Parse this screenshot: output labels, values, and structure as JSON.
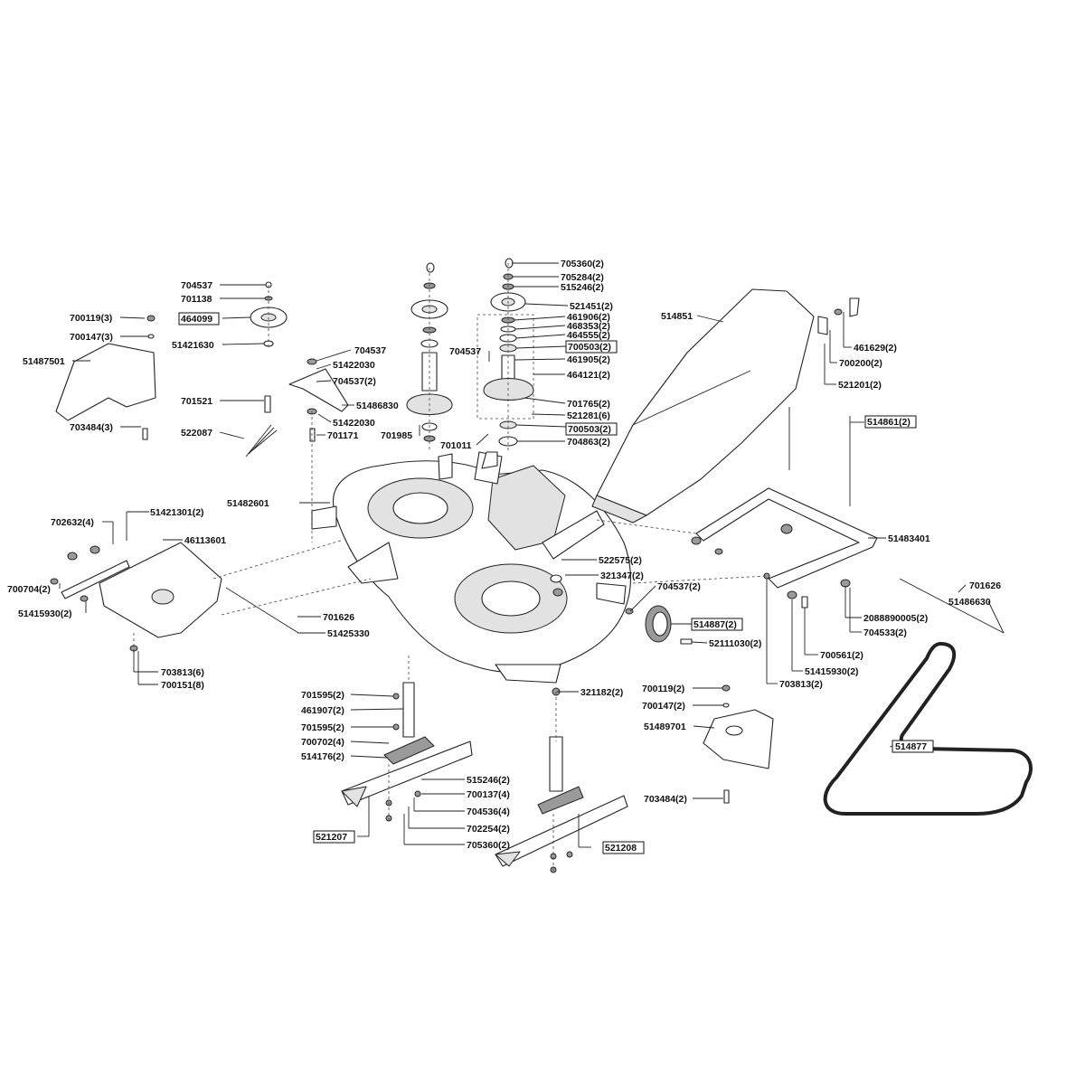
{
  "labels": {
    "l705360_2_top": "705360(2)",
    "l705284_2": "705284(2)",
    "l515246_2_top": "515246(2)",
    "l521451_2": "521451(2)",
    "l461906_2": "461906(2)",
    "l468353_2": "468353(2)",
    "l464555_2": "464555(2)",
    "l700503_2_a": "700503(2)",
    "l461905_2": "461905(2)",
    "l464121_2": "464121(2)",
    "l701765_2": "701765(2)",
    "l521281_6": "521281(6)",
    "l700503_2_b": "700503(2)",
    "l704863_2": "704863(2)",
    "l704537_mid": "704537",
    "l701011": "701011",
    "l701985": "701985",
    "l704537_tl": "704537",
    "l701138": "701138",
    "l700119_3": "700119(3)",
    "l464099": "464099",
    "l700147_3": "700147(3)",
    "l51421630": "51421630",
    "l51487501": "51487501",
    "l704537_b": "704537",
    "l51422030_a": "51422030",
    "l704537_2_a": "704537(2)",
    "l701521": "701521",
    "l51486830": "51486830",
    "l51422030_b": "51422030",
    "l703484_3": "703484(3)",
    "l522087": "522087",
    "l701171": "701171",
    "l514851": "514851",
    "l461629_2": "461629(2)",
    "l700200_2": "700200(2)",
    "l521201_2": "521201(2)",
    "l514861_2": "514861(2)",
    "l51482601": "51482601",
    "l51421301_2": "51421301(2)",
    "l702632_4": "702632(4)",
    "l46113601": "46113601",
    "l700704_2": "700704(2)",
    "l51415930_2_l": "51415930(2)",
    "l701626_l": "701626",
    "l51425330": "51425330",
    "l703813_6": "703813(6)",
    "l700151_8": "700151(8)",
    "l522575_2": "522575(2)",
    "l321347_2": "321347(2)",
    "l704537_2_b": "704537(2)",
    "l514887_2": "514887(2)",
    "l52111030_2": "52111030(2)",
    "l51483401": "51483401",
    "l701626_r": "701626",
    "l51486630": "51486630",
    "l2088890005_2": "2088890005(2)",
    "l704533_2": "704533(2)",
    "l700561_2": "700561(2)",
    "l51415930_2_r": "51415930(2)",
    "l703813_2": "703813(2)",
    "l321182_2": "321182(2)",
    "l701595_2_a": "701595(2)",
    "l461907_2": "461907(2)",
    "l701595_2_b": "701595(2)",
    "l700702_4": "700702(4)",
    "l514176_2": "514176(2)",
    "l700119_2": "700119(2)",
    "l700147_2": "700147(2)",
    "l51489701": "51489701",
    "l514877": "514877",
    "l515246_2_bot": "515246(2)",
    "l700137_4": "700137(4)",
    "l704536_4": "704536(4)",
    "l702254_2": "702254(2)",
    "l705360_2_bot": "705360(2)",
    "l703484_2": "703484(2)",
    "l521207": "521207",
    "l521208": "521208"
  }
}
